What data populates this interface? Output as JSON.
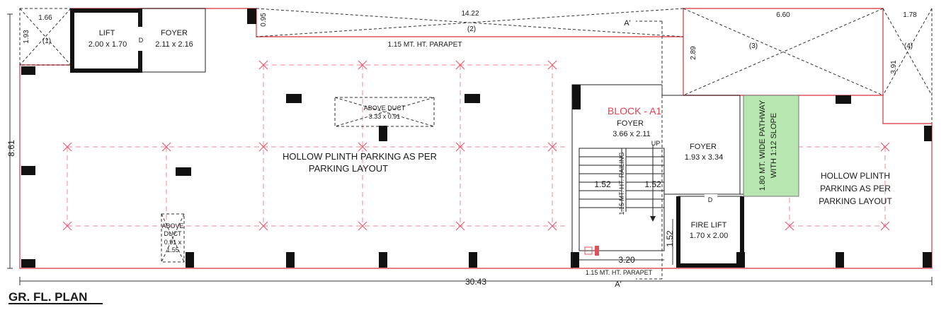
{
  "plan_title": "GR. FL. PLAN",
  "block_label": "BLOCK - A1",
  "dimensions": {
    "overall_width": "30.43",
    "overall_depth": "8.61",
    "corner1_width": "1.66",
    "corner1_depth": "1.93",
    "parapet_offset": "0.95",
    "terrace2_width": "14.22",
    "terrace3_width": "6.60",
    "terrace3_depth": "2.89",
    "terrace4_width": "1.78",
    "terrace4_depth": "3.91",
    "stair_width_left": "1.52",
    "stair_width_right": "1.52",
    "landing_depth": "1.52",
    "stair_bottom": "3.20"
  },
  "markers": {
    "m1": "(1)",
    "m2": "(2)",
    "m3": "(3)",
    "m4": "(4)"
  },
  "rooms": {
    "lift": {
      "name": "LIFT",
      "size": "2.00 x 1.70"
    },
    "foyer_top": {
      "name": "FOYER",
      "size": "2.11 x 2.16"
    },
    "foyer_block": {
      "name": "FOYER",
      "size": "3.66 x 2.11"
    },
    "foyer_side": {
      "name": "FOYER",
      "size": "1.93 x 3.34"
    },
    "fire_lift": {
      "name": "FIRE LIFT",
      "size": "1.70 x 2.00"
    },
    "duct_top": {
      "name": "ABOVE DUCT",
      "size": "3.33 x 0.91"
    },
    "duct_left": {
      "line1": "ABOVE",
      "line2": "DUCT",
      "line3": "0.91 x",
      "line4": "1.55"
    }
  },
  "notes": {
    "parapet_top": "1.15 MT. HT. PARAPET",
    "parapet_bottom": "1.15 MT. HT. PARAPET",
    "railing": "1.15 MT. HT. RAILING",
    "up": "UP",
    "door_lift": "D",
    "door_fire": "D",
    "parking_main_1": "HOLLOW PLINTH PARKING AS PER",
    "parking_main_2": "PARKING LAYOUT",
    "parking_right_1": "HOLLOW PLINTH",
    "parking_right_2": "PARKING AS PER",
    "parking_right_3": "PARKING LAYOUT",
    "pathway_1": "1.80 MT. WIDE PATHWAY",
    "pathway_2": "WITH 1:12 SLOPE",
    "section_top": "A'",
    "section_bottom": "A'"
  },
  "colors": {
    "boundary": "#e0505a",
    "grid": "#f08a96",
    "pathway_fill": "#b8e6b0",
    "block_label": "#e8404a"
  }
}
